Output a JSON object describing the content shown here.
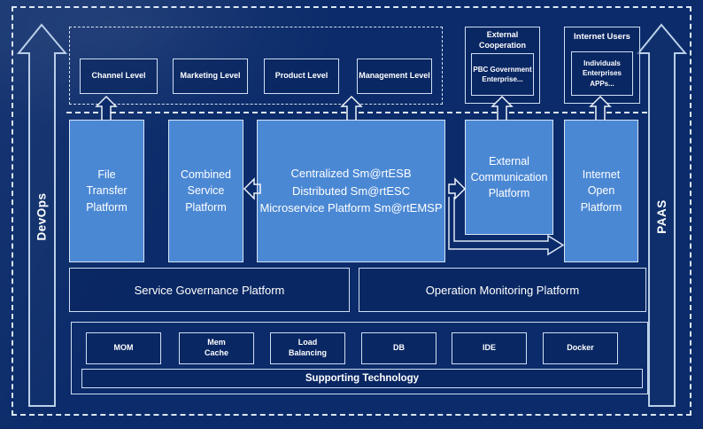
{
  "colors": {
    "background": "#0b2b6a",
    "box_light_fill": "#4b88d4",
    "box_border": "#cfdff2",
    "dashed_border": "#dce7f5",
    "text": "#ffffff"
  },
  "side_arrows": {
    "left_label": "DevOps",
    "right_label": "PAAS"
  },
  "levels": [
    "Channel Level",
    "Marketing Level",
    "Product Level",
    "Management Level"
  ],
  "external_cooperation": {
    "title": "External\nCooperation",
    "inner": "PBC Government\nEnterprise..."
  },
  "internet_users": {
    "title": "Internet Users",
    "inner": "Individuals\nEnterprises\nAPPs..."
  },
  "platforms": {
    "file_transfer": "File\nTransfer\nPlatform",
    "combined_service": "Combined\nService\nPlatform",
    "esb": "Centralized Sm@rtESB\nDistributed Sm@rtESC\nMicroservice Platform Sm@rtEMSP",
    "external_communication": "External\nCommunication\nPlatform",
    "internet_open": "Internet\nOpen\nPlatform"
  },
  "governance": "Service Governance Platform",
  "monitoring": "Operation Monitoring Platform",
  "technologies": [
    "MOM",
    "Mem\nCache",
    "Load\nBalancing",
    "DB",
    "IDE",
    "Docker"
  ],
  "supporting": "Supporting Technology"
}
